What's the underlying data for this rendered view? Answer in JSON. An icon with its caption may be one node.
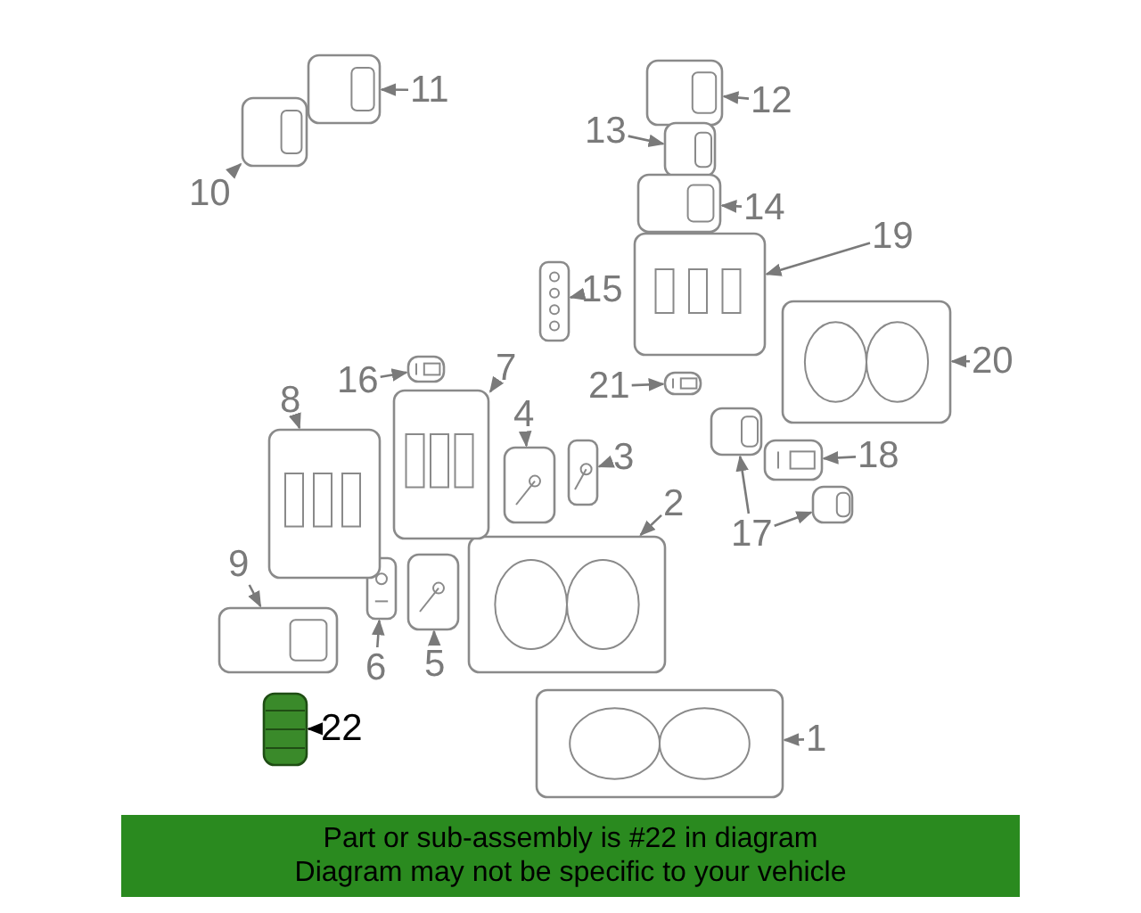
{
  "diagram": {
    "nodes": [
      {
        "text": [
          "1"
        ]
      },
      {
        "text": [
          "2"
        ]
      },
      {
        "text": [
          "3"
        ]
      },
      {
        "text": [
          "4"
        ]
      },
      {
        "text": [
          "5"
        ]
      },
      {
        "text": [
          "6"
        ]
      },
      {
        "text": [
          "7"
        ]
      },
      {
        "text": [
          "8"
        ]
      },
      {
        "text": [
          "9"
        ]
      },
      {
        "text": [
          "10"
        ]
      },
      {
        "text": [
          "11"
        ]
      },
      {
        "text": [
          "12"
        ]
      },
      {
        "text": [
          "13"
        ]
      },
      {
        "text": [
          "14"
        ]
      },
      {
        "text": [
          "15"
        ]
      },
      {
        "text": [
          "16"
        ]
      },
      {
        "text": [
          "17"
        ]
      },
      {
        "text": [
          "18"
        ]
      },
      {
        "text": [
          "19"
        ]
      },
      {
        "text": [
          "20"
        ]
      },
      {
        "text": [
          "21"
        ]
      },
      {
        "text": [
          "22"
        ]
      },
      {
        "text": [],
        "shape": "picture"
      },
      {
        "text": [],
        "shape": "picture"
      },
      {
        "text": [],
        "shape": "picture"
      },
      {
        "text": [],
        "shape": "picture"
      },
      {
        "text": [],
        "shape": "picture"
      },
      {
        "text": [],
        "shape": "picture"
      },
      {
        "text": [],
        "shape": "picture"
      },
      {
        "text": [],
        "shape": "picture"
      },
      {
        "text": [],
        "shape": "picture"
      },
      {
        "text": [],
        "shape": "picture"
      },
      {
        "text": [],
        "shape": "picture"
      },
      {
        "text": [],
        "shape": "picture"
      },
      {
        "text": [],
        "shape": "picture"
      },
      {
        "text": [],
        "shape": "picture"
      },
      {
        "text": [],
        "shape": "picture"
      },
      {
        "text": [],
        "shape": "picture"
      },
      {
        "text": [],
        "shape": "picture"
      },
      {
        "text": [],
        "shape": "picture"
      },
      {
        "text": [],
        "shape": "picture"
      },
      {
        "text": [],
        "shape": "picture"
      },
      {
        "text": [],
        "shape": "picture"
      },
      {
        "text": [],
        "shape": "picture"
      },
      {
        "text": [],
        "shape": "picture"
      },
      {
        "text": [
          "Part or sub-assembly is #22 in diagram",
          "Diagram may not be specific to your vehicle"
        ]
      }
    ],
    "edges": [
      {
        "from": 0,
        "to": 22,
        "arrow": "to"
      },
      {
        "from": 1,
        "to": 23,
        "arrow": "to"
      },
      {
        "from": 2,
        "to": 24,
        "arrow": "to"
      },
      {
        "from": 3,
        "to": 25,
        "arrow": "to"
      },
      {
        "from": 4,
        "to": 26,
        "arrow": "to"
      },
      {
        "from": 5,
        "to": 27,
        "arrow": "to"
      },
      {
        "from": 6,
        "to": 28,
        "arrow": "to"
      },
      {
        "from": 7,
        "to": 29,
        "arrow": "to"
      },
      {
        "from": 8,
        "to": 30,
        "arrow": "to"
      },
      {
        "from": 9,
        "to": 31,
        "arrow": "to"
      },
      {
        "from": 10,
        "to": 32,
        "arrow": "to"
      },
      {
        "from": 11,
        "to": 33,
        "arrow": "to"
      },
      {
        "from": 12,
        "to": 34,
        "arrow": "to"
      },
      {
        "from": 13,
        "to": 35,
        "arrow": "to"
      },
      {
        "from": 14,
        "to": 36,
        "arrow": "to"
      },
      {
        "from": 15,
        "to": 37,
        "arrow": "to"
      },
      {
        "from": 16,
        "to": 38,
        "arrow": "to"
      },
      {
        "from": 16,
        "to": 39,
        "arrow": "to"
      },
      {
        "from": 17,
        "to": 40,
        "arrow": "to"
      },
      {
        "from": 18,
        "to": 41,
        "arrow": "to"
      },
      {
        "from": 19,
        "to": 42,
        "arrow": "to"
      },
      {
        "from": 20,
        "to": 43,
        "arrow": "to"
      },
      {
        "from": 21,
        "to": 44,
        "arrow": "to",
        "color": "#000000"
      }
    ]
  }
}
